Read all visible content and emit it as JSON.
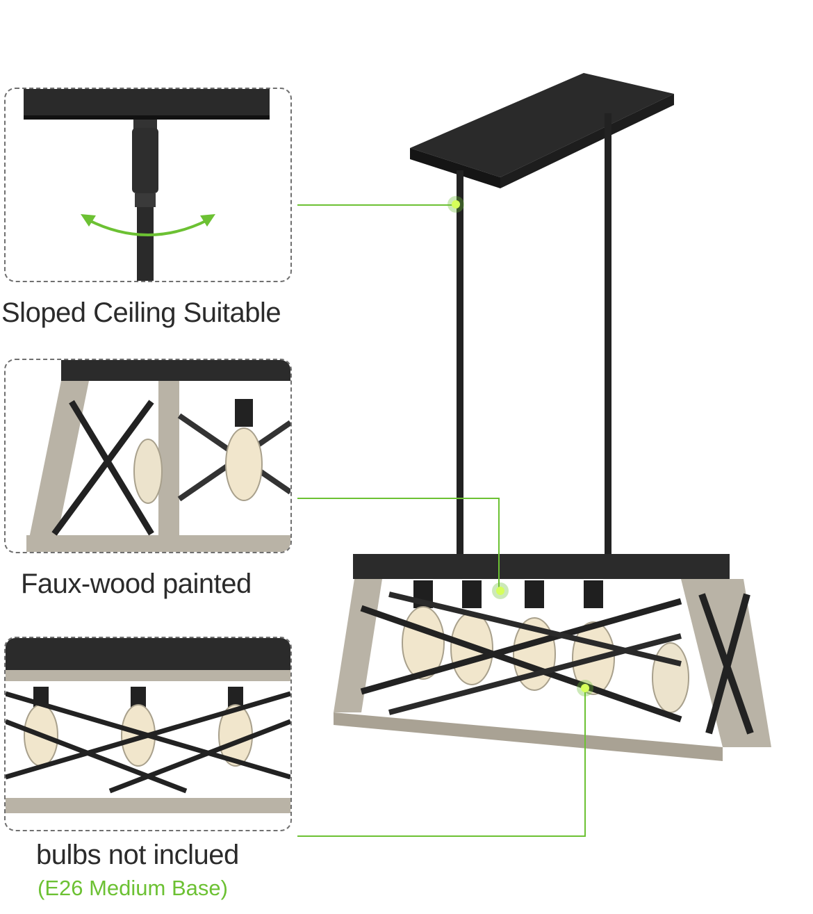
{
  "features": [
    {
      "caption": "Sloped Ceiling Suitable"
    },
    {
      "caption": "Faux-wood painted"
    },
    {
      "caption": "bulbs not inclued",
      "note": "(E26 Medium Base)"
    }
  ],
  "colors": {
    "accent": "#6cc133",
    "metal": "#2a2a2a",
    "wood": "#b9b3a6",
    "text": "#2b2b2b"
  }
}
